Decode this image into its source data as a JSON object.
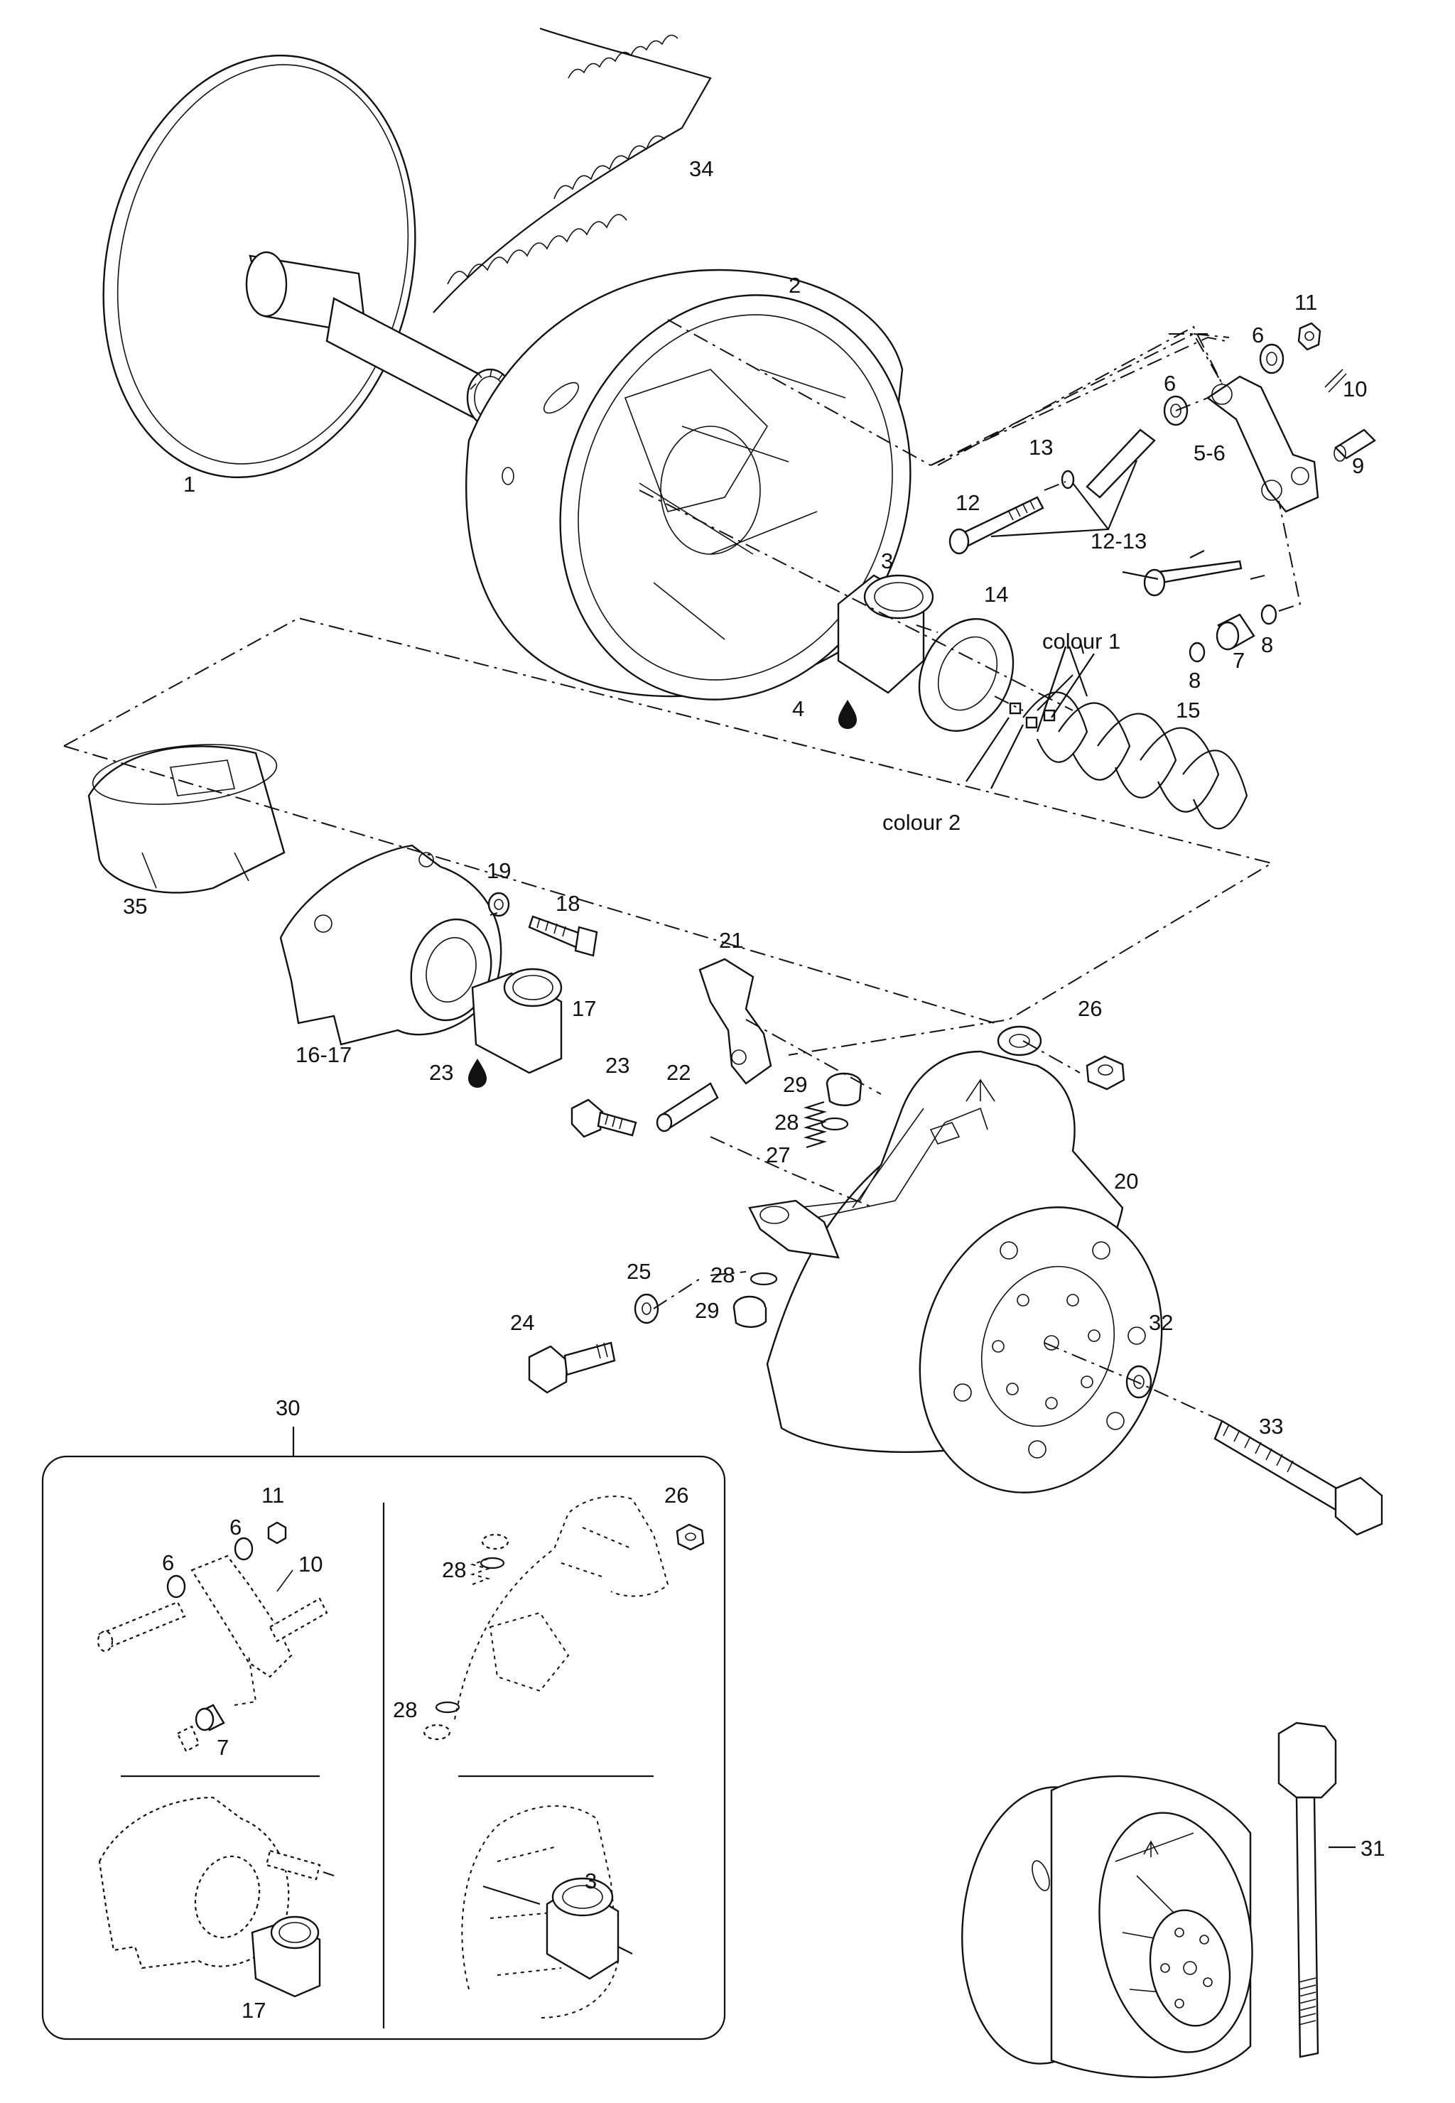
{
  "labels": {
    "p1": "1",
    "p2": "2",
    "p3": "3",
    "p4": "4",
    "p6a": "6",
    "p6b": "6",
    "p7": "7",
    "p8a": "8",
    "p8b": "8",
    "p9": "9",
    "p10": "10",
    "p11": "11",
    "p12": "12",
    "p13": "13",
    "p12_13": "12-13",
    "p14": "14",
    "p15": "15",
    "p5_6": "5-6",
    "colour1": "colour 1",
    "colour2": "colour 2",
    "p16_17": "16-17",
    "p17": "17",
    "p18": "18",
    "p19": "19",
    "p20": "20",
    "p21": "21",
    "p22": "22",
    "p23a": "23",
    "p23b": "23",
    "p24": "24",
    "p25": "25",
    "p26": "26",
    "p27": "27",
    "p28a": "28",
    "p28b": "28",
    "p29a": "29",
    "p29b": "29",
    "p30": "30",
    "p31": "31",
    "p32": "32",
    "p33": "33",
    "p34": "34",
    "p35": "35",
    "i11": "11",
    "i6a": "6",
    "i6b": "6",
    "i10": "10",
    "i7": "7",
    "i26": "26",
    "i28a": "28",
    "i28b": "28",
    "i17": "17",
    "i3": "3"
  }
}
